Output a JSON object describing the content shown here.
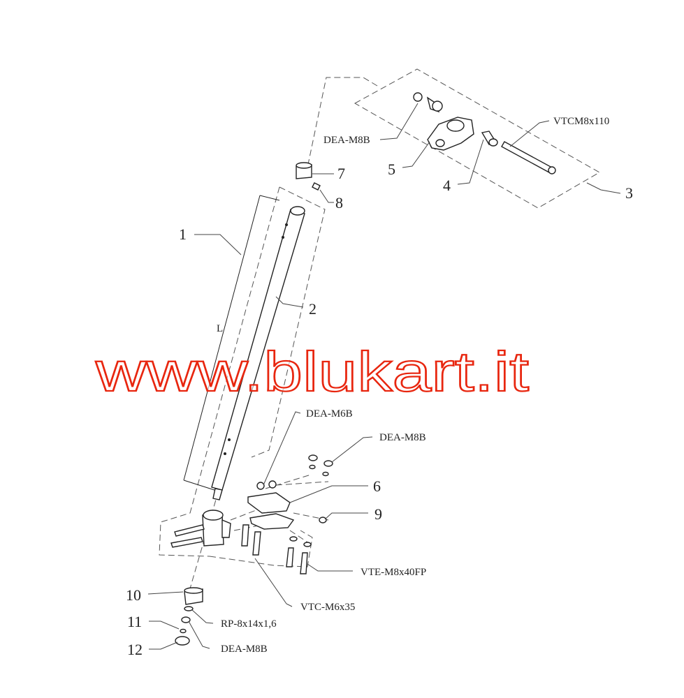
{
  "diagram": {
    "watermark": "www.blukart.it",
    "dimension_label": "L",
    "callouts": {
      "n1": "1",
      "n2": "2",
      "n3": "3",
      "n4": "4",
      "n5": "5",
      "n6": "6",
      "n7": "7",
      "n8": "8",
      "n9": "9",
      "n10": "10",
      "n11": "11",
      "n12": "12"
    },
    "part_codes": {
      "dea_m8b_top": "DEA-M8B",
      "vtcm8x110": "VTCM8x110",
      "dea_m6b": "DEA-M6B",
      "dea_m8b_mid": "DEA-M8B",
      "vte_m8x40fp": "VTE-M8x40FP",
      "vtc_m6x35": "VTC-M6x35",
      "rp_8x14": "RP-8x14x1,6",
      "dea_m8b_bottom": "DEA-M8B"
    }
  }
}
